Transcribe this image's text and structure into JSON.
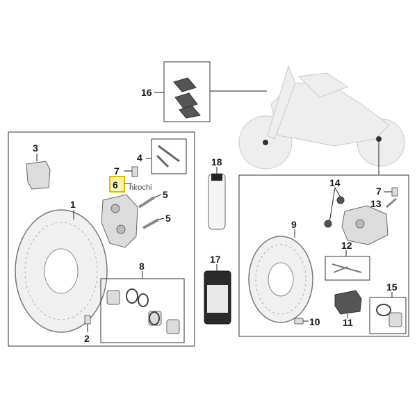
{
  "watermark": "hirochi",
  "callouts": {
    "c1": "1",
    "c2": "2",
    "c3": "3",
    "c4": "4",
    "c5a": "5",
    "c5b": "5",
    "c6": "6",
    "c7a": "7",
    "c7b": "7",
    "c8": "8",
    "c9": "9",
    "c10": "10",
    "c11": "11",
    "c12": "12",
    "c13": "13",
    "c14": "14",
    "c15": "15",
    "c16": "16",
    "c17": "17",
    "c18": "18"
  },
  "colors": {
    "highlight": "#f5d000",
    "line": "#222222",
    "part": "#dcdcdc"
  }
}
